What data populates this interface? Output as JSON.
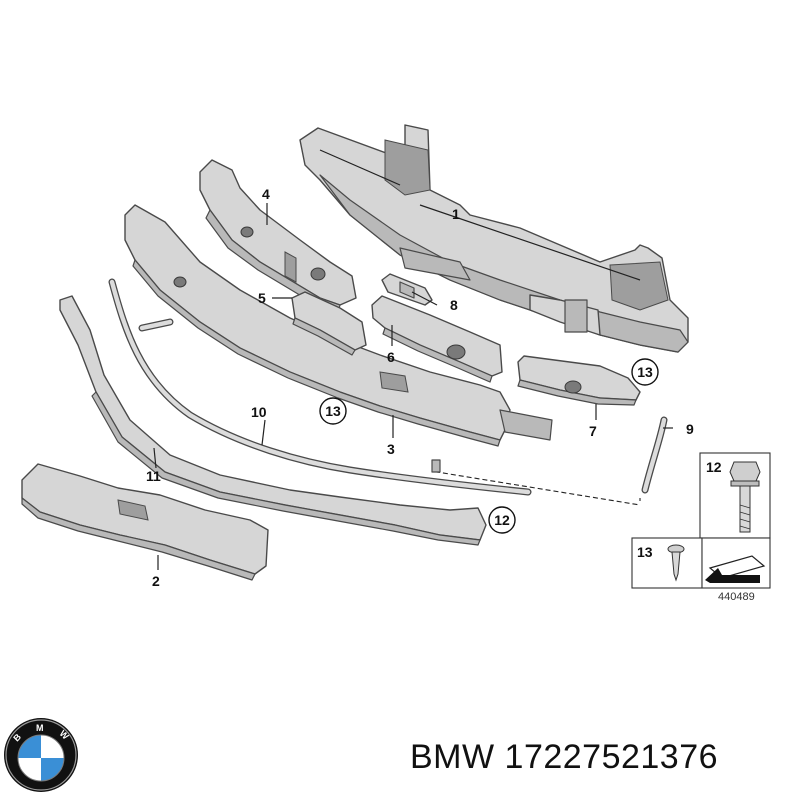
{
  "diagram": {
    "callouts": {
      "c1": "1",
      "c2": "2",
      "c3": "3",
      "c4": "4",
      "c5": "5",
      "c6": "6",
      "c7": "7",
      "c8": "8",
      "c9": "9",
      "c10": "10",
      "c11": "11",
      "c12": "12",
      "c13a": "13",
      "c13b": "13"
    },
    "legend": {
      "item12": "12",
      "item13": "13"
    },
    "diagram_number": "440489"
  },
  "brand_logo": {
    "letters": "BMW",
    "colors": {
      "ring": "#111111",
      "blue": "#3a8fd6",
      "white": "#ffffff"
    }
  },
  "caption": {
    "text": "BMW 17227521376"
  }
}
